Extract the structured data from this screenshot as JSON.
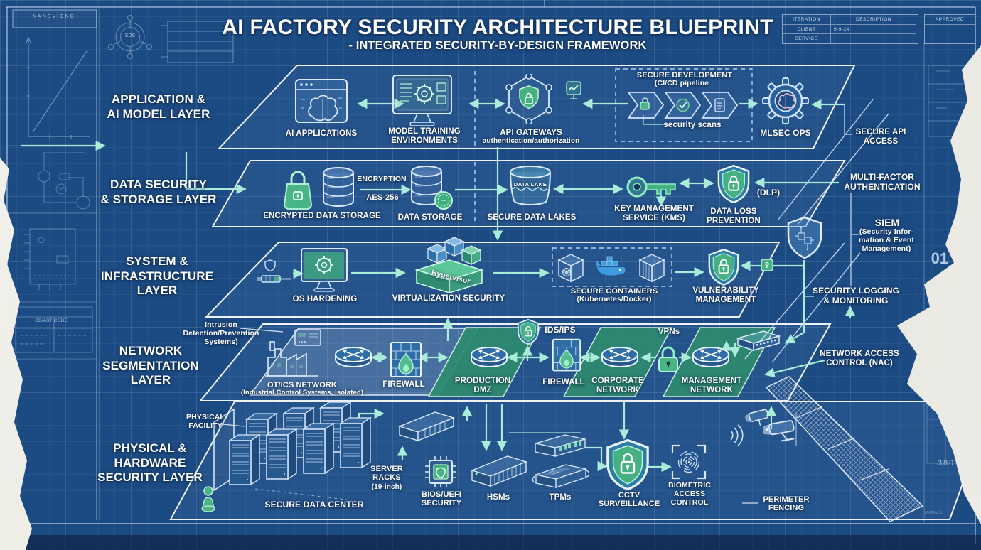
{
  "title": "AI FACTORY SECURITY ARCHITECTURE BLUEPRINT",
  "subtitle": "- INTEGRATED SECURITY-BY-DESIGN FRAMEWORK",
  "revision_table": {
    "headers": [
      "ITERATION",
      "DESCRIPTION",
      "APPROVED"
    ],
    "rows": [
      [
        "CLIENT",
        "9-9-24"
      ],
      [
        "SERVICE",
        ""
      ]
    ]
  },
  "layer_labels": {
    "application": "APPLICATION &\nAI MODEL LAYER",
    "data": "DATA SECURITY\n& STORAGE LAYER",
    "system": "SYSTEM &\nINFRASTRUCTURE\nLAYER",
    "network": "NETWORK\nSEGMENTATION\nLAYER",
    "physical": "PHYSICAL &\nHARDWARE\nSECURITY LAYER"
  },
  "application": {
    "ai_applications": "AI APPLICATIONS",
    "model_training": "MODEL TRAINING\nENVIRONMENTS",
    "api_gateways": "API GATEWAYS",
    "api_gateways_sub": "authentication/authorization",
    "secure_dev": "SECURE DEVELOPMENT",
    "secure_dev_sub": "(CI/CD pipeline",
    "security_scans": "security scans",
    "mlsec_ops": "MLSEC OPS"
  },
  "data": {
    "encrypted_storage": "ENCRYPTED DATA STORAGE",
    "encryption": "ENCRYPTION",
    "aes": "AES-256",
    "data_storage": "DATA STORAGE",
    "data_lake": "DATA LAKE",
    "secure_data_lakes": "SECURE DATA LAKES",
    "kms": "KEY MANAGEMENT\nSERVICE (KMS)",
    "dlp": "DATA LOSS\nPREVENTION",
    "dlp_tag": "(DLP)"
  },
  "system": {
    "os_hardening": "OS HARDENING",
    "virtualization": "VIRTUALIZATION SECURITY",
    "hypervisor": "Hypervisor",
    "containers": "SECURE CONTAINERS",
    "containers_sub": "(Kubernetes/Docker)",
    "vulnerability": "VULNERABILITY\nMANAGEMENT"
  },
  "network": {
    "intrusion_note": "Intrusion\nDetection/Prevention\nSystems)",
    "otics": "OT/ICS NETWORK",
    "otics_sub": "(Industrial Control Systems, isolated)",
    "firewall_1": "FIREWALL",
    "ids_ips": "IDS/IPS",
    "production_dmz": "PRODUCTION\nDMZ",
    "firewall_2": "FIREWALL",
    "corporate": "CORPORATE\nNETWORK",
    "vpns": "VPNs",
    "management": "MANAGEMENT\nNETWORK"
  },
  "physical": {
    "facility": "PHYSICAL\nFACILITY",
    "data_center": "SECURE DATA CENTER",
    "server_racks": "SERVER\nRACKS",
    "server_racks_sub": "(19-inch)",
    "bios": "BIOS/UEFI\nSECURITY",
    "hsms": "HSMs",
    "tpms": "TPMs",
    "cctv": "CCTV\nSURVEILLANCE",
    "biometric": "BIOMETRIC\nACCESS\nCONTROL",
    "fencing": "PERIMETER\nFENCING"
  },
  "annotations": {
    "secure_api": "SECURE API\nACCESS",
    "mfa": "MULTI-FACTOR\nAUTHENTICATION",
    "siem": "SIEM",
    "siem_sub": "(Security Infor-\nmation & Event\nManagement)",
    "logging": "SECURITY LOGGING\n& MONITORING",
    "nac": "NETWORK ACCESS\nCONTROL (NAC)"
  },
  "margins": {
    "top_left_box": "NANEVIONG",
    "gear_text": "SDS",
    "left_table": "CD/ART CODE",
    "right_num": "01",
    "right_num2": "380",
    "right_small": "MANAGE"
  },
  "colors": {
    "blueprint": "#1c4b83",
    "accent_green": "#49b586",
    "network_green": "#2e8b6f",
    "arrow": "#a9ecd9",
    "line": "#dbeaff",
    "paper": "#e9e8e2"
  }
}
